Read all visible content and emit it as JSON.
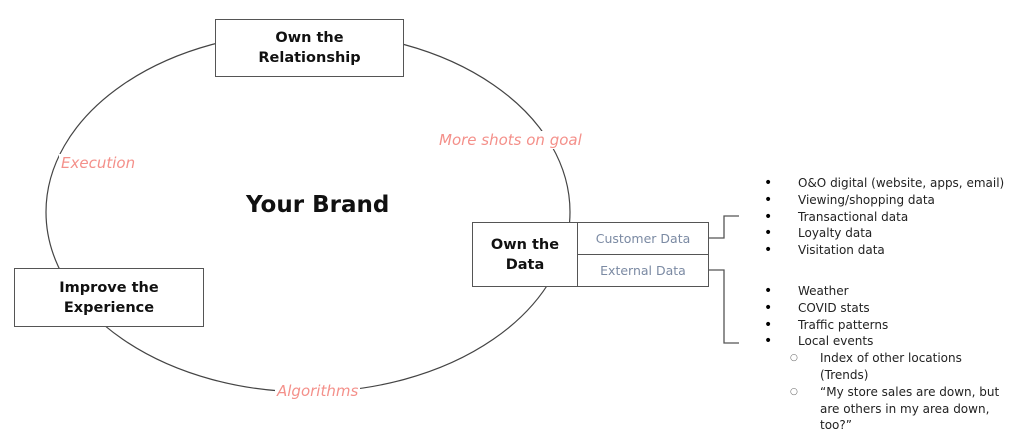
{
  "center_label": "Your Brand",
  "nodes": {
    "relationship": {
      "line1": "Own the",
      "line2": "Relationship"
    },
    "experience": {
      "line1": "Improve the",
      "line2": "Experience"
    },
    "data": {
      "line1": "Own the",
      "line2": "Data"
    }
  },
  "cycle_labels": {
    "top_right": "More shots on goal",
    "left": "Execution",
    "bottom": "Algorithms"
  },
  "data_sources": {
    "customer": {
      "label": "Customer Data",
      "items": [
        "O&O digital (website, apps, email)",
        "Viewing/shopping data",
        "Transactional data",
        "Loyalty data",
        "Visitation data"
      ]
    },
    "external": {
      "label": "External Data",
      "items": [
        "Weather",
        "COVID stats",
        "Traffic patterns",
        "Local events"
      ],
      "sub_items": [
        "Index of other locations (Trends)",
        "“My store sales are down, but are others in my area down, too?”"
      ]
    }
  },
  "colors": {
    "accent_label": "#f4908a",
    "sub_label": "#7b8aa3",
    "line": "#555555"
  }
}
